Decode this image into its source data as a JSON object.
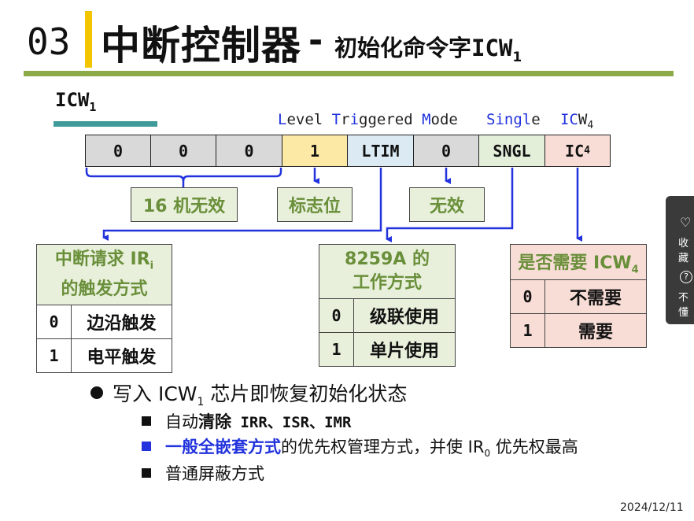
{
  "header": {
    "slide_number": "03",
    "title_main": "中断控制器",
    "title_dash": "-",
    "title_sub": "初始化命令字",
    "title_icw": "ICW",
    "title_icw_sub": "1"
  },
  "icw1": {
    "label": "ICW",
    "sub": "1"
  },
  "field_labels": {
    "level_first": "L",
    "level_rest": "evel ",
    "trig_first": "T",
    "trig_mid": "r",
    "trig_i": "i",
    "trig_rest": "ggered ",
    "mode_first": "M",
    "mode_rest": "ode",
    "single_first": "Sin",
    "single_g": "g",
    "single_l": "l",
    "single_e": "e",
    "icw4_ic": "IC",
    "icw4_w": "W",
    "icw4_sub": "4"
  },
  "bits": [
    {
      "text": "0"
    },
    {
      "text": "0"
    },
    {
      "text": "0"
    },
    {
      "text": "1"
    },
    {
      "text": "LTIM"
    },
    {
      "text": "0"
    },
    {
      "text": "SNGL"
    },
    {
      "text": "IC",
      "sub": "4"
    }
  ],
  "boxes": {
    "invalid16": "16 机无效",
    "flag_bit": "标志位",
    "invalid": "无效"
  },
  "table_ltim": {
    "head_line1": "中断请求 IR",
    "head_sub": "i",
    "head_line2": "的触发方式",
    "rows": [
      {
        "num": "0",
        "text": "边沿触发"
      },
      {
        "num": "1",
        "text": "电平触发"
      }
    ]
  },
  "table_sngl": {
    "head_line1": "8259A 的",
    "head_line2": "工作方式",
    "rows": [
      {
        "num": "0",
        "text": "级联使用"
      },
      {
        "num": "1",
        "text": "单片使用"
      }
    ]
  },
  "table_ic4": {
    "head": "是否需要 ICW",
    "head_sub": "4",
    "rows": [
      {
        "num": "0",
        "text": "不需要"
      },
      {
        "num": "1",
        "text": "需要"
      }
    ]
  },
  "bullets": {
    "main_pre": "写入 ICW",
    "main_sub": "1",
    "main_post": " 芯片即恢复初始化状态",
    "sub1_pre": "自动",
    "sub1_bold": "清除",
    "sub1_post": " IRR、ISR、IMR",
    "sub2_bold": "一般全嵌套方式",
    "sub2_mid": "的优先权管理方式，并使 IR",
    "sub2_sub": "0",
    "sub2_post": " 优先权最高",
    "sub3": "普通屏蔽方式"
  },
  "footer": {
    "date": "2024/12/11"
  },
  "side_panel": {
    "favorite": "收藏",
    "help": "不懂"
  },
  "colors": {
    "accent_yellow": "#f2c500",
    "underline_green": "#8cab48",
    "teal": "#3f9a9a",
    "label_blue": "#2233dd",
    "box_green_text": "#6a8f3a"
  }
}
